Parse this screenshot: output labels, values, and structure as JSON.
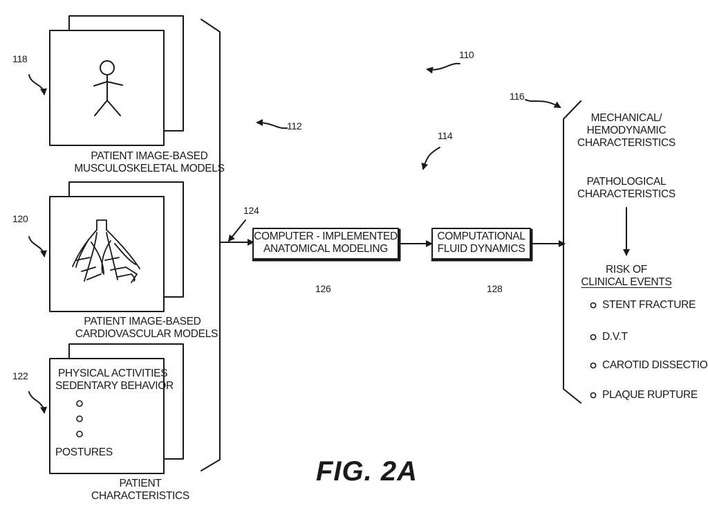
{
  "refs": {
    "overall": "110",
    "inputs_bracket": "112",
    "workflow": "114",
    "outputs_bracket": "116",
    "musculoskeletal": "118",
    "cardiovascular": "120",
    "patient_characteristics": "122",
    "input_arrow": "124",
    "anatomical_modeling": "126",
    "cfd": "128"
  },
  "inputs": {
    "musculoskeletal_label": [
      "PATIENT IMAGE-BASED",
      "MUSCULOSKELETAL MODELS"
    ],
    "cardiovascular_label": [
      "PATIENT IMAGE-BASED",
      "CARDIOVASCULAR MODELS"
    ],
    "characteristics_label": [
      "PATIENT",
      "CHARACTERISTICS"
    ],
    "characteristics_items": {
      "physical_activities": "PHYSICAL ACTIVITIES",
      "sedentary_behavior": "SEDENTARY BEHAVIOR",
      "postures": "POSTURES"
    }
  },
  "process": {
    "anatomical_modeling": [
      "COMPUTER - IMPLEMENTED",
      "ANATOMICAL MODELING"
    ],
    "cfd": [
      "COMPUTATIONAL",
      "FLUID DYNAMICS"
    ]
  },
  "outputs": {
    "mechanical": [
      "MECHANICAL/",
      "HEMODYNAMIC",
      "CHARACTERISTICS"
    ],
    "pathological": [
      "PATHOLOGICAL",
      "CHARACTERISTICS"
    ],
    "risk_title": [
      "RISK OF",
      "CLINICAL EVENTS"
    ],
    "events": [
      "STENT FRACTURE",
      "D.V.T",
      "CAROTID DISSECTION",
      "PLAQUE RUPTURE"
    ]
  },
  "figure_label": "FIG. 2A"
}
